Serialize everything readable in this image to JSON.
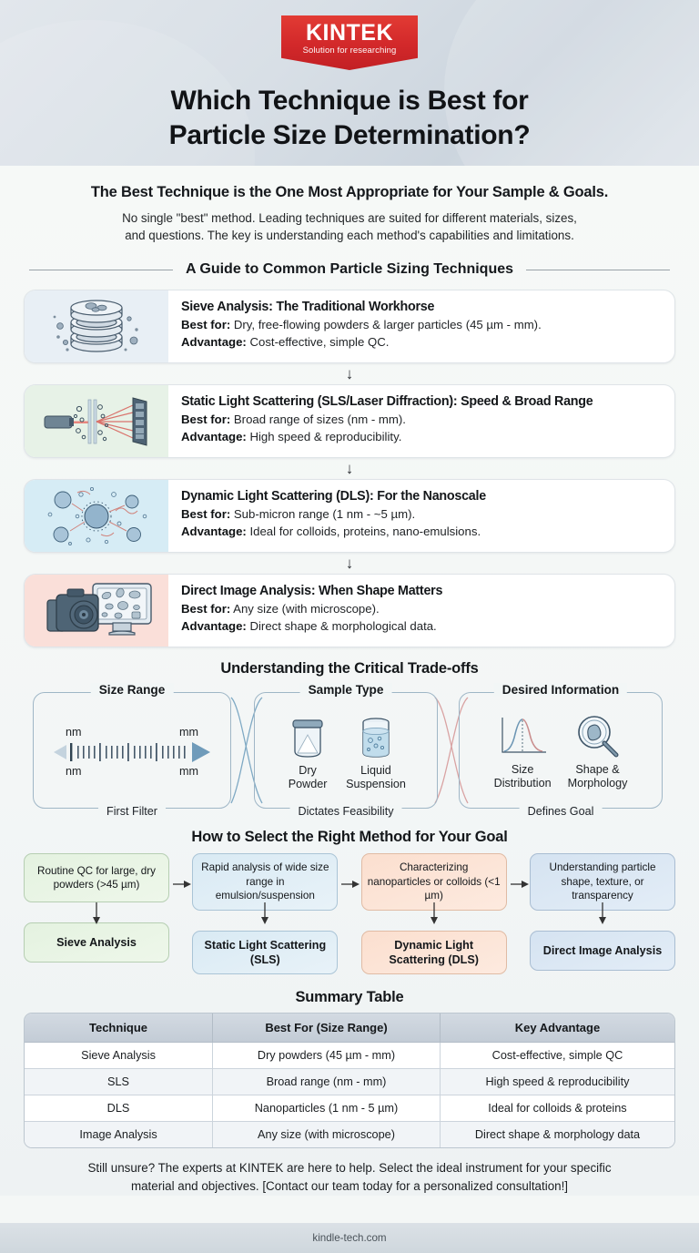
{
  "brand": {
    "logo_word": "KINTEK",
    "logo_tagline": "Solution for researching",
    "logo_color": "#d2282a"
  },
  "header": {
    "title_line1": "Which Technique is Best for",
    "title_line2": "Particle Size Determination?"
  },
  "lede": {
    "headline": "The Best Technique is the One Most Appropriate for Your Sample & Goals.",
    "sub_line1": "No single \"best\" method. Leading techniques are suited for different materials, sizes,",
    "sub_line2": "and questions. The key is understanding each method's capabilities and limitations."
  },
  "guide": {
    "heading": "A Guide to Common Particle Sizing Techniques",
    "arrow": "↓",
    "cards": [
      {
        "icon": "sieve-stack-icon",
        "icon_bg": "#e8eff5",
        "title": "Sieve Analysis: The Traditional Workhorse",
        "best_label": "Best for:",
        "best_value": " Dry, free-flowing powders & larger particles (45 µm - mm).",
        "adv_label": "Advantage:",
        "adv_value": " Cost-effective, simple QC."
      },
      {
        "icon": "laser-diffraction-icon",
        "icon_bg": "#e7f2e7",
        "title": "Static Light Scattering (SLS/Laser Diffraction): Speed & Broad Range",
        "best_label": "Best for:",
        "best_value": " Broad range of sizes (nm - mm).",
        "adv_label": "Advantage:",
        "adv_value": " High speed & reproducibility."
      },
      {
        "icon": "brownian-particles-icon",
        "icon_bg": "#d6ecf5",
        "title": "Dynamic Light Scattering (DLS): For the Nanoscale",
        "best_label": "Best for:",
        "best_value": " Sub-micron range (1 nm - ~5 µm).",
        "adv_label": "Advantage:",
        "adv_value": " Ideal for colloids, proteins, nano-emulsions."
      },
      {
        "icon": "camera-monitor-icon",
        "icon_bg": "#fadfd9",
        "title": "Direct Image Analysis: When Shape Matters",
        "best_label": "Best for:",
        "best_value": " Any size (with microscope).",
        "adv_label": "Advantage:",
        "adv_value": " Direct shape & morphological data."
      }
    ]
  },
  "tradeoffs": {
    "heading": "Understanding the Critical Trade-offs",
    "panels": [
      {
        "label": "Size Range",
        "footer": "First Filter",
        "top_left": "nm",
        "top_right": "mm",
        "bottom_left": "nm",
        "bottom_right": "mm"
      },
      {
        "label": "Sample Type",
        "footer": "Dictates Feasibility",
        "items": [
          {
            "icon": "dry-powder-jar-icon",
            "cap_line1": "Dry",
            "cap_line2": "Powder"
          },
          {
            "icon": "liquid-suspension-beaker-icon",
            "cap_line1": "Liquid",
            "cap_line2": "Suspension"
          }
        ]
      },
      {
        "label": "Desired Information",
        "footer": "Defines Goal",
        "items": [
          {
            "icon": "distribution-curve-icon",
            "cap_line1": "Size",
            "cap_line2": "Distribution"
          },
          {
            "icon": "magnifier-particle-icon",
            "cap_line1": "Shape &",
            "cap_line2": "Morphology"
          }
        ]
      }
    ],
    "connector_colors": {
      "blue": "#7fa9c4",
      "red": "#d9a3a3"
    }
  },
  "selector": {
    "heading": "How to Select the Right Method for Your Goal",
    "arrow_right": "→",
    "arrow_down": "↓",
    "columns": [
      {
        "goal": "Routine QC for large, dry powders (>45 µm)",
        "method": "Sieve Analysis",
        "theme": "green"
      },
      {
        "goal": "Rapid analysis of wide size range in emulsion/suspension",
        "method": "Static Light Scattering (SLS)",
        "theme": "blue"
      },
      {
        "goal": "Characterizing nanoparticles or colloids (<1 µm)",
        "method": "Dynamic Light Scattering (DLS)",
        "theme": "peach"
      },
      {
        "goal": "Understanding particle shape, texture, or transparency",
        "method": "Direct Image Analysis",
        "theme": "blue2"
      }
    ]
  },
  "summary": {
    "heading": "Summary Table",
    "columns": [
      "Technique",
      "Best For (Size Range)",
      "Key Advantage"
    ],
    "rows": [
      [
        "Sieve Analysis",
        "Dry powders (45 µm - mm)",
        "Cost-effective, simple QC"
      ],
      [
        "SLS",
        "Broad range (nm - mm)",
        "High speed & reproducibility"
      ],
      [
        "DLS",
        "Nanoparticles (1 nm - 5 µm)",
        "Ideal for colloids & proteins"
      ],
      [
        "Image Analysis",
        "Any size (with microscope)",
        "Direct shape & morphology data"
      ]
    ]
  },
  "cta": {
    "line1": "Still unsure? The experts at KINTEK are here to help. Select the ideal instrument for your specific",
    "line2": "material and objectives. [Contact our team today for a personalized consultation!]"
  },
  "footer": {
    "site": "kindle-tech.com"
  }
}
